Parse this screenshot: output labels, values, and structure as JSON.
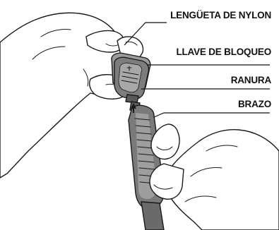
{
  "callouts": [
    {
      "key": "nylon_tab",
      "text": "LENGÜETA DE NYLON"
    },
    {
      "key": "lock_key",
      "text": "LLAVE DE BLOQUEO"
    },
    {
      "key": "slot",
      "text": "RANURA"
    },
    {
      "key": "arm",
      "text": "BRAZO"
    }
  ],
  "colors": {
    "skin": "#ffffff",
    "outline": "#1a1a1a",
    "device_dark": "#6e6e6e",
    "device_mid": "#8c8c8c",
    "device_light": "#b5b5b5",
    "text": "#111111"
  }
}
